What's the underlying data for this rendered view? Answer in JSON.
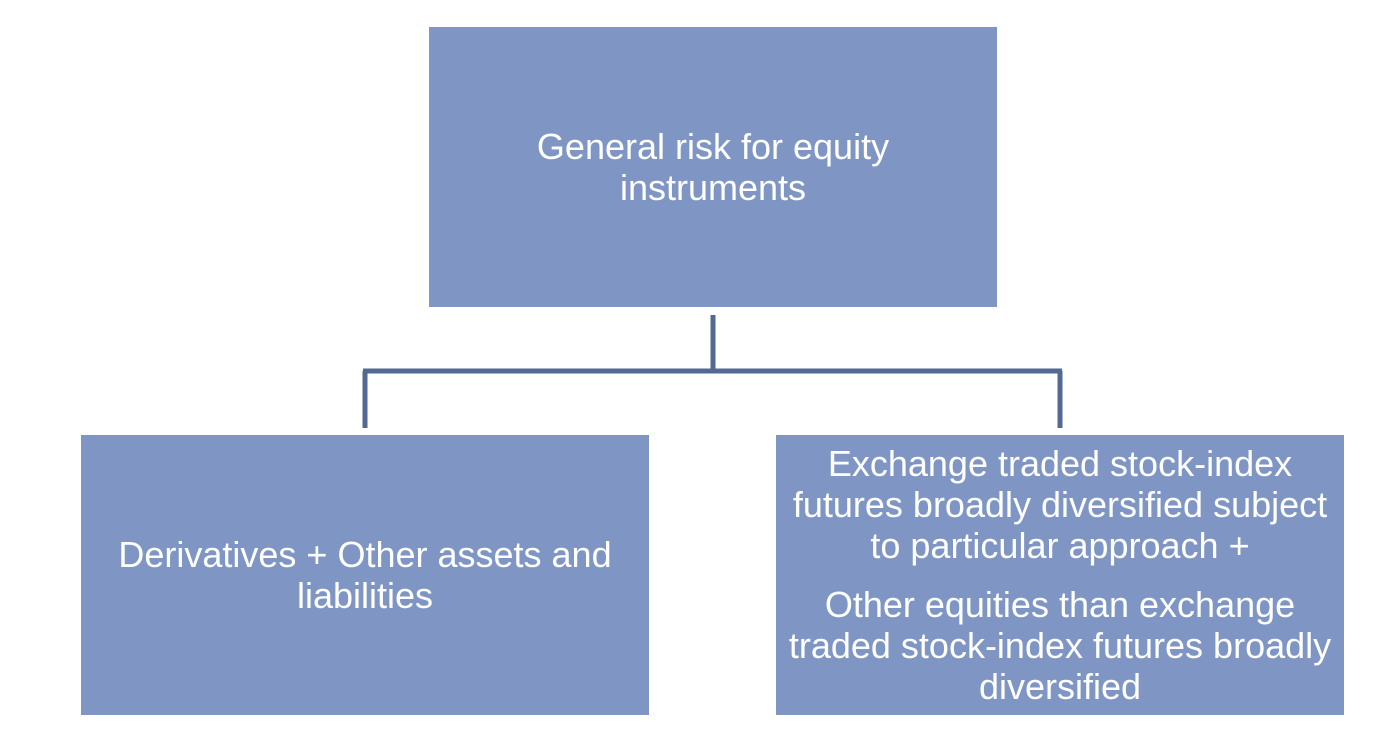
{
  "colors": {
    "box_fill": "#7f96c4",
    "connector": "#536893",
    "text": "#ffffff",
    "background": "#ffffff"
  },
  "nodes": {
    "root": {
      "text": "General risk for equity instruments"
    },
    "left": {
      "text": "Derivatives + Other assets and liabilities"
    },
    "right": {
      "paragraph_1": "Exchange traded stock-index futures broadly diversified subject to particular approach +",
      "paragraph_2": "Other equities than exchange traded stock-index futures broadly diversified"
    }
  },
  "edges": [
    {
      "from": "root",
      "to": "left"
    },
    {
      "from": "root",
      "to": "right"
    }
  ]
}
